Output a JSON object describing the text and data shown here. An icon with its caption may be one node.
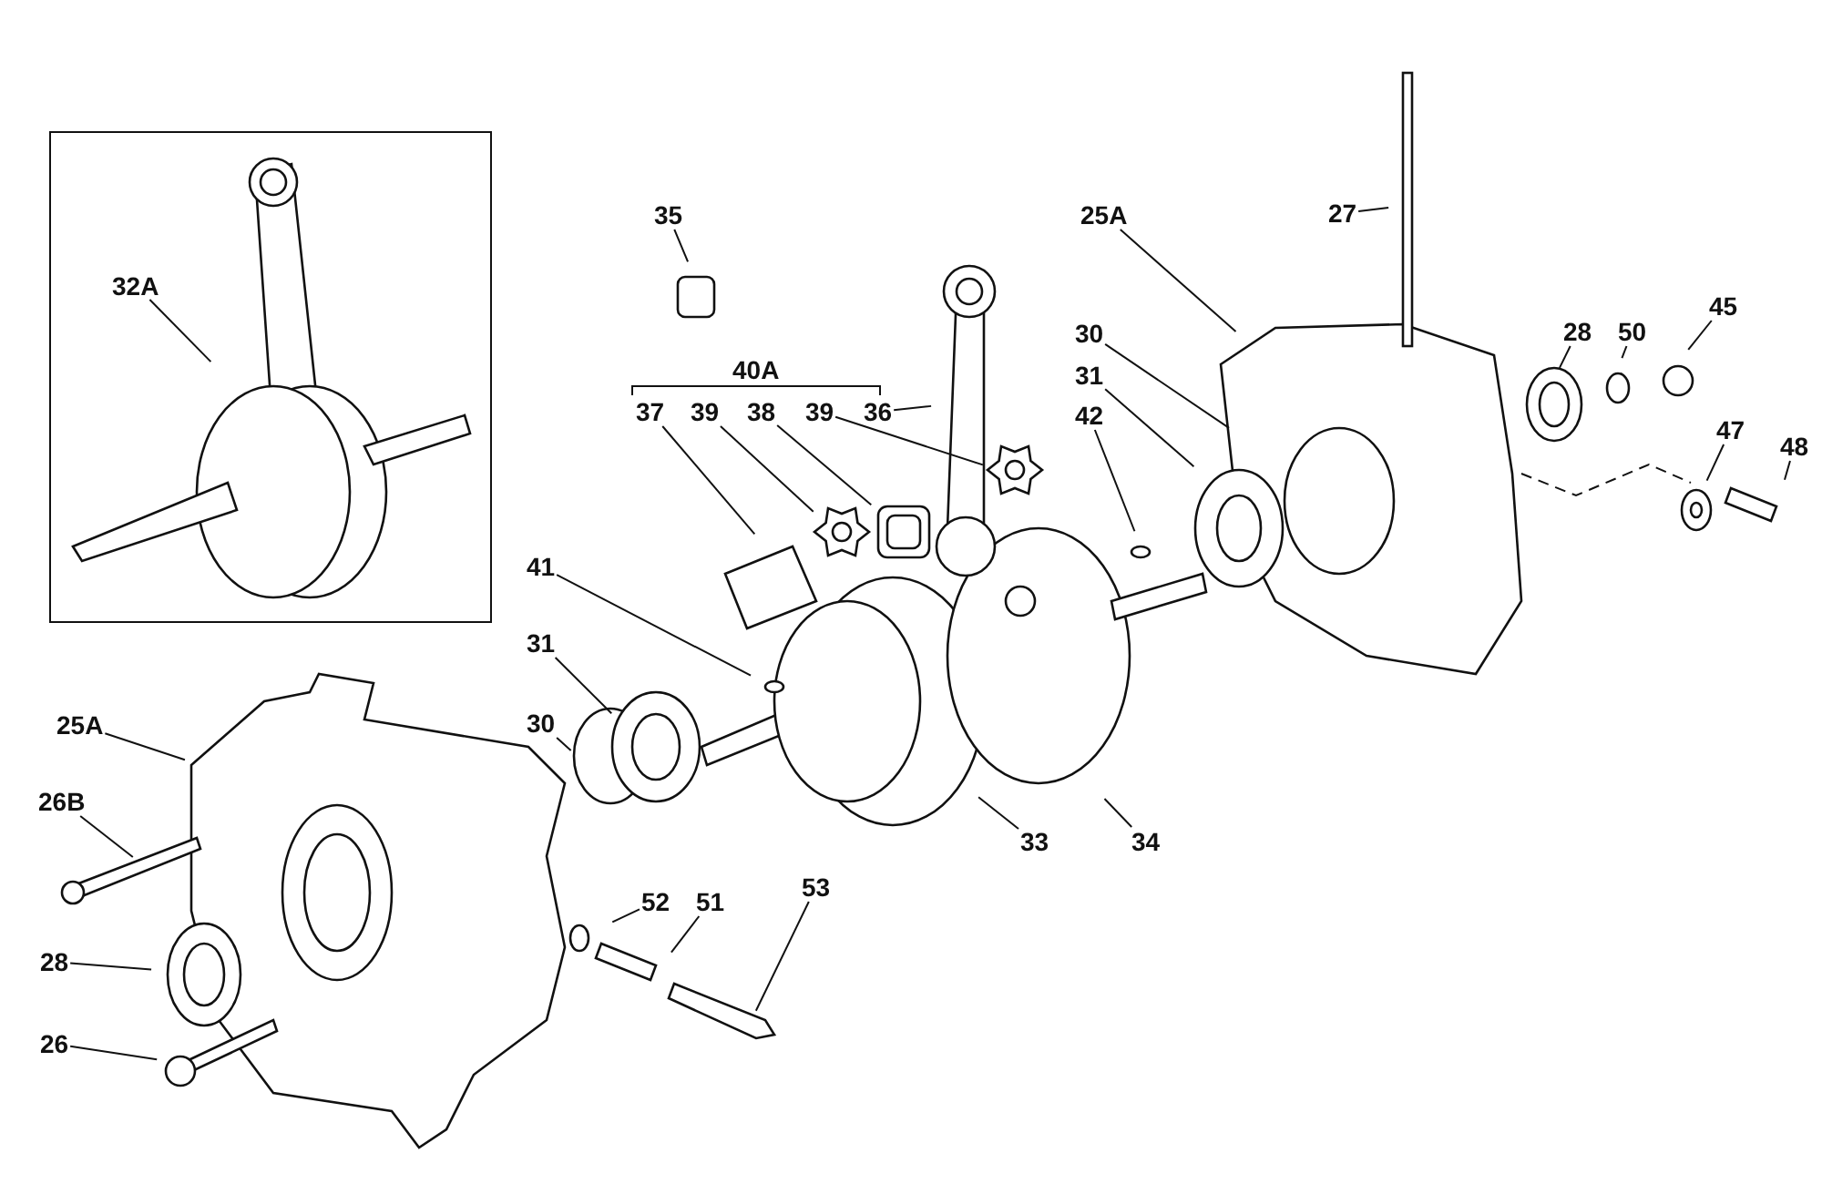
{
  "diagram": {
    "nodes": [
      {
        "text": [],
        "shape": "box"
      },
      {
        "text": [
          "32A"
        ],
        "in": 0
      },
      {
        "text": [
          "35"
        ]
      },
      {
        "text": [
          "25A"
        ]
      },
      {
        "text": [
          "27"
        ]
      },
      {
        "text": [
          "37"
        ]
      },
      {
        "text": [
          "39"
        ]
      },
      {
        "text": [
          "38"
        ]
      },
      {
        "text": [
          "39"
        ]
      },
      {
        "text": [
          "36"
        ]
      },
      {
        "text": [
          "30"
        ]
      },
      {
        "text": [
          "31"
        ]
      },
      {
        "text": [
          "42"
        ]
      },
      {
        "text": [
          "28"
        ]
      },
      {
        "text": [
          "50"
        ]
      },
      {
        "text": [
          "45"
        ]
      },
      {
        "text": [
          "47"
        ]
      },
      {
        "text": [
          "48"
        ]
      },
      {
        "text": [
          "41"
        ]
      },
      {
        "text": [
          "31"
        ]
      },
      {
        "text": [
          "30"
        ]
      },
      {
        "text": [
          "25A"
        ]
      },
      {
        "text": [
          "26B"
        ]
      },
      {
        "text": [
          "28"
        ]
      },
      {
        "text": [
          "26"
        ]
      },
      {
        "text": [
          "52"
        ]
      },
      {
        "text": [
          "51"
        ]
      },
      {
        "text": [
          "53"
        ]
      },
      {
        "text": [
          "33"
        ]
      },
      {
        "text": [
          "34"
        ]
      }
    ],
    "edges": [
      {
        "from": 1,
        "to": null,
        "arrow": "none"
      },
      {
        "from": 2,
        "to": null,
        "arrow": "none"
      },
      {
        "from": 3,
        "to": null,
        "arrow": "none"
      },
      {
        "from": 4,
        "to": null,
        "arrow": "none"
      },
      {
        "from": 5,
        "to": null,
        "arrow": "none"
      },
      {
        "from": 6,
        "to": null,
        "arrow": "none"
      },
      {
        "from": 7,
        "to": null,
        "arrow": "none"
      },
      {
        "from": 8,
        "to": null,
        "arrow": "none"
      },
      {
        "from": 9,
        "to": null,
        "arrow": "none"
      },
      {
        "from": 10,
        "to": null,
        "arrow": "none"
      },
      {
        "from": 11,
        "to": null,
        "arrow": "none"
      },
      {
        "from": 12,
        "to": null,
        "arrow": "none"
      },
      {
        "from": 13,
        "to": null,
        "arrow": "none"
      },
      {
        "from": 14,
        "to": null,
        "arrow": "none"
      },
      {
        "from": 15,
        "to": null,
        "arrow": "none"
      },
      {
        "from": 16,
        "to": null,
        "arrow": "none"
      },
      {
        "from": 17,
        "to": null,
        "arrow": "none"
      },
      {
        "from": 18,
        "to": null,
        "arrow": "none"
      },
      {
        "from": 19,
        "to": null,
        "arrow": "none"
      },
      {
        "from": 20,
        "to": null,
        "arrow": "none"
      },
      {
        "from": 21,
        "to": null,
        "arrow": "none"
      },
      {
        "from": 22,
        "to": null,
        "arrow": "none"
      },
      {
        "from": 23,
        "to": null,
        "arrow": "none"
      },
      {
        "from": 24,
        "to": null,
        "arrow": "none"
      },
      {
        "from": 25,
        "to": null,
        "arrow": "none"
      },
      {
        "from": 26,
        "to": null,
        "arrow": "none"
      },
      {
        "from": 27,
        "to": null,
        "arrow": "none"
      },
      {
        "from": 28,
        "to": null,
        "arrow": "none"
      },
      {
        "from": 29,
        "to": null,
        "arrow": "none"
      }
    ],
    "labels": [
      "40A"
    ]
  }
}
